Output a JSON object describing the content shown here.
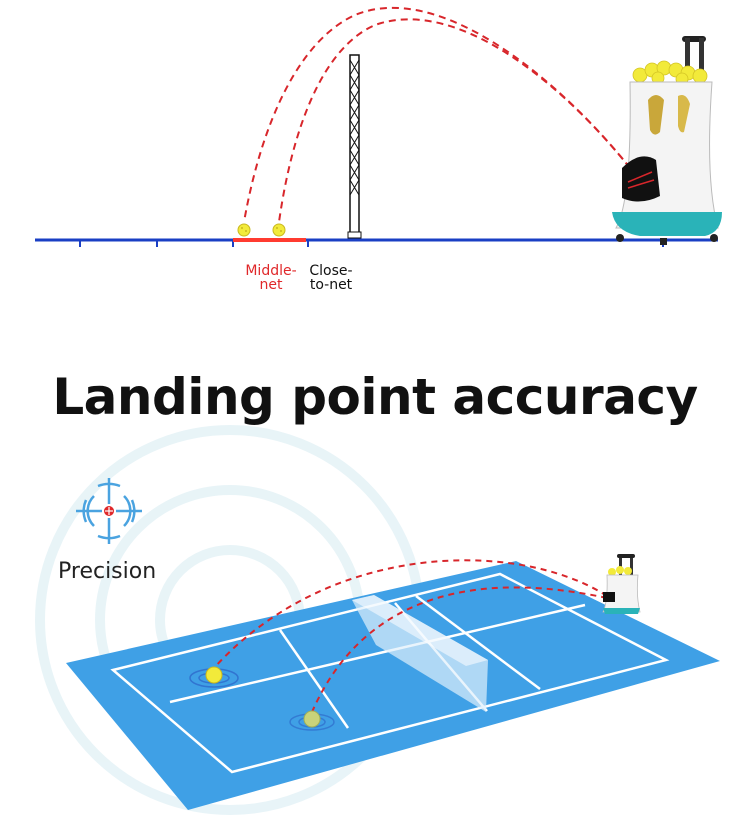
{
  "diagram": {
    "zone_labels": {
      "middle_net_line1": "Middle-",
      "middle_net_line2": "net",
      "close_to_net_line1": "Close-",
      "close_to_net_line2": "to-net"
    }
  },
  "headline": "Landing point accuracy",
  "precision": {
    "label": "Precision",
    "icon": "crosshair-target-icon"
  },
  "colors": {
    "court_blue": "#3fa0e6",
    "baseline_blue": "#1a3fc4",
    "trajectory_red": "#d8262b",
    "zone_red": "#ff3b30",
    "ball_yellow": "#f2ea3a",
    "icon_blue": "#4aa3e0"
  }
}
